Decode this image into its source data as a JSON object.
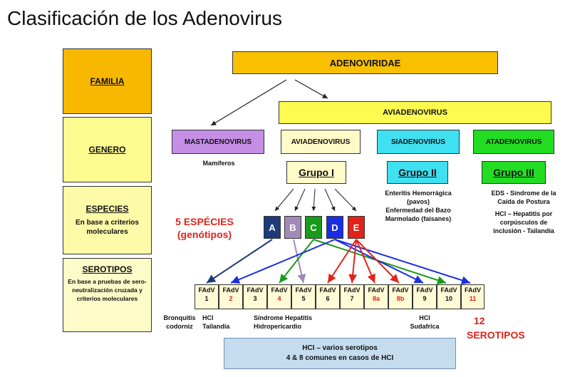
{
  "title": "Clasificación de los Adenovirus",
  "left_column": {
    "familia": "FAMILIA",
    "genero": "GENERO",
    "especies": "ESPECIES",
    "especies_desc": "En base a criterios moleculares",
    "serotipos": "SEROTIPOS",
    "serotipos_desc": "En base a pruebas de sero-neutralización cruzada y criterios moleculares"
  },
  "family": "ADENOVIRIDAE",
  "aviadeno_banner": "AVIADENOVIRUS",
  "genera": [
    {
      "label": "MASTADENOVIRUS",
      "color": "#c58fe6"
    },
    {
      "label": "AVIADENOVIRUS",
      "color": "#fffbc8"
    },
    {
      "label": "SIADENOVIRUS",
      "color": "#3fe0f0"
    },
    {
      "label": "ATADENOVIRUS",
      "color": "#22dd22"
    }
  ],
  "mamiferos": "Mamíferos",
  "groups": [
    {
      "label": "Grupo I",
      "color": "#fffbc8"
    },
    {
      "label": "Grupo II",
      "color": "#3fe0f0"
    },
    {
      "label": "Grupo III",
      "color": "#22dd22"
    }
  ],
  "siadeno_desc": [
    "Enteritis Hemorrágica",
    "(pavos)",
    "Enfermedad del Bazo",
    "Marmolado (faisanes)"
  ],
  "atadeno_desc": [
    "EDS - Síndrome de la",
    "Caída de Postura",
    "HCI – Hepatitis por",
    "corpúsculos de",
    "inclusión - Tailandia"
  ],
  "especies_count": [
    "5 ESPÉCIES",
    "(genótipos)"
  ],
  "species": [
    {
      "label": "A",
      "color": "#1f3a7a"
    },
    {
      "label": "B",
      "color": "#a08ab8"
    },
    {
      "label": "C",
      "color": "#1a9a1a"
    },
    {
      "label": "D",
      "color": "#1a2ee0"
    },
    {
      "label": "E",
      "color": "#e2231a"
    }
  ],
  "serotypes": [
    {
      "prefix": "FAdV",
      "num": "1",
      "red": false
    },
    {
      "prefix": "FAdV",
      "num": "2",
      "red": true
    },
    {
      "prefix": "FAdV",
      "num": "3",
      "red": false
    },
    {
      "prefix": "FAdV",
      "num": "4",
      "red": true
    },
    {
      "prefix": "FAdV",
      "num": "5",
      "red": false
    },
    {
      "prefix": "FAdV",
      "num": "6",
      "red": false
    },
    {
      "prefix": "FAdV",
      "num": "7",
      "red": false
    },
    {
      "prefix": "FAdV",
      "num": "8a",
      "red": true
    },
    {
      "prefix": "FAdV",
      "num": "8b",
      "red": true
    },
    {
      "prefix": "FAdV",
      "num": "9",
      "red": false
    },
    {
      "prefix": "FAdV",
      "num": "10",
      "red": false
    },
    {
      "prefix": "FAdV",
      "num": "11",
      "red": true
    }
  ],
  "disease_labels": {
    "bronquitis": [
      "Bronquitis",
      "codorniz"
    ],
    "hci_tailandia": [
      "HCI",
      "Tailandia"
    ],
    "sindrome": [
      "Síndrome Hepatitis",
      "Hidropericardio"
    ],
    "hci_sudafrica": [
      "HCI",
      "Sudafrica"
    ]
  },
  "serotipos_count": [
    "12",
    "SEROTIPOS"
  ],
  "footer": [
    "HCI – varios serotipos",
    "4 & 8 comunes en casos de HCI"
  ]
}
